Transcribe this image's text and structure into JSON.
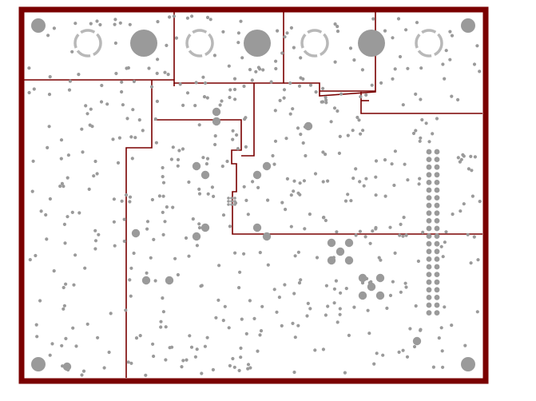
{
  "board": {
    "description_colors": {
      "outline": "#7a0000",
      "via": "#9a9a9a",
      "background": "#ffffff"
    },
    "mounting_holes": [
      "top-left",
      "top-right",
      "bottom-left",
      "bottom-right"
    ],
    "connector_rings_count": 4,
    "large_pads_count": 3,
    "plane_regions_count": 7,
    "header_columns_count": 2
  }
}
